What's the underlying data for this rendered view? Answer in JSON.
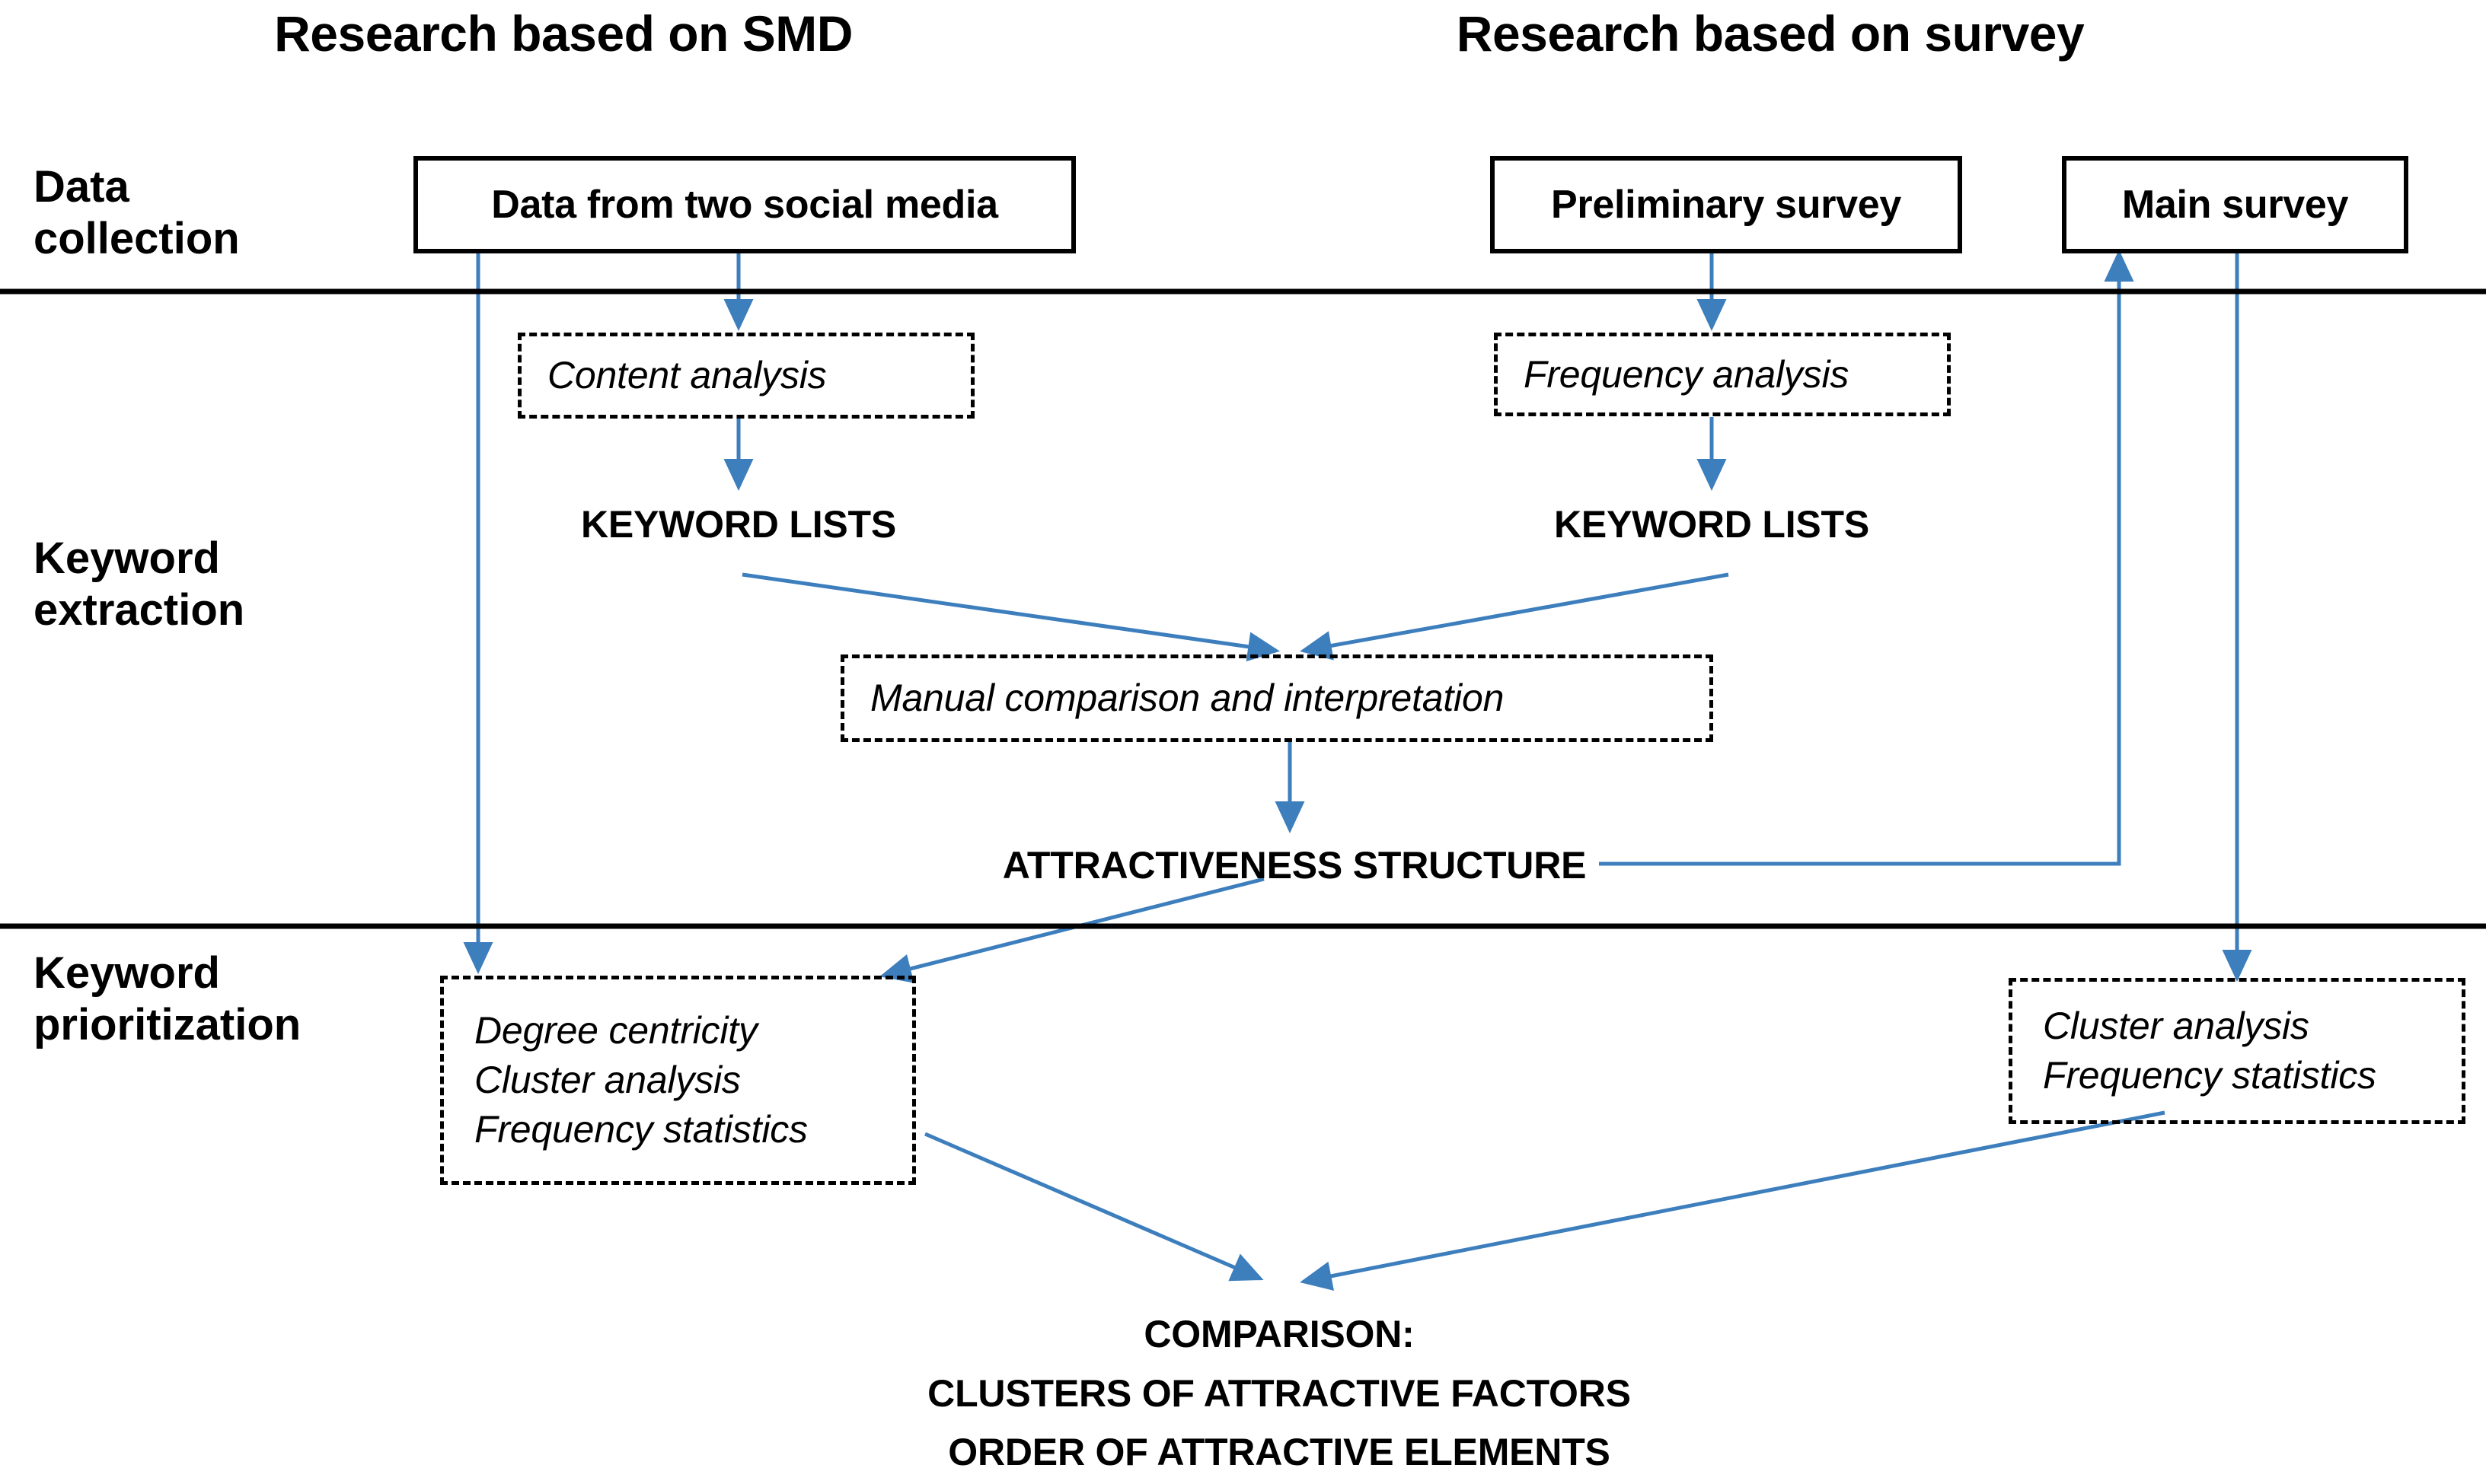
{
  "diagram": {
    "title": "Research methodology flowchart",
    "accent_color": "#3d7ebd",
    "line_color": "#000000",
    "background": "#ffffff"
  },
  "columns": [
    {
      "id": "smd",
      "label": "Research based on SMD"
    },
    {
      "id": "survey",
      "label": "Research based on survey"
    }
  ],
  "stages": [
    {
      "id": "data-collection",
      "line1": "Data",
      "line2": "collection"
    },
    {
      "id": "keyword-extraction",
      "line1": "Keyword",
      "line2": "extraction"
    },
    {
      "id": "keyword-prioritization",
      "line1": "Keyword",
      "line2": "prioritization"
    }
  ],
  "nodes": {
    "data_social_media": {
      "label": "Data from two social media"
    },
    "preliminary_survey": {
      "label": "Preliminary survey"
    },
    "main_survey": {
      "label": "Main survey"
    },
    "content_analysis": {
      "lines": [
        "Content analysis"
      ]
    },
    "frequency_analysis": {
      "lines": [
        "Frequency analysis"
      ]
    },
    "keyword_lists_left": {
      "label": "KEYWORD LISTS"
    },
    "keyword_lists_right": {
      "label": "KEYWORD LISTS"
    },
    "manual_comparison": {
      "lines": [
        "Manual comparison and interpretation"
      ]
    },
    "attractiveness_structure": {
      "label": "ATTRACTIVENESS STRUCTURE"
    },
    "smd_methods": {
      "lines": [
        "Degree centricity",
        "Cluster analysis",
        "Frequency statistics"
      ]
    },
    "survey_methods": {
      "lines": [
        "Cluster analysis",
        "Frequency statistics"
      ]
    },
    "comparison_outcome": {
      "line1": "COMPARISON:",
      "line2": "CLUSTERS OF ATTRACTIVE FACTORS",
      "line3": "ORDER OF ATTRACTIVE ELEMENTS"
    }
  }
}
